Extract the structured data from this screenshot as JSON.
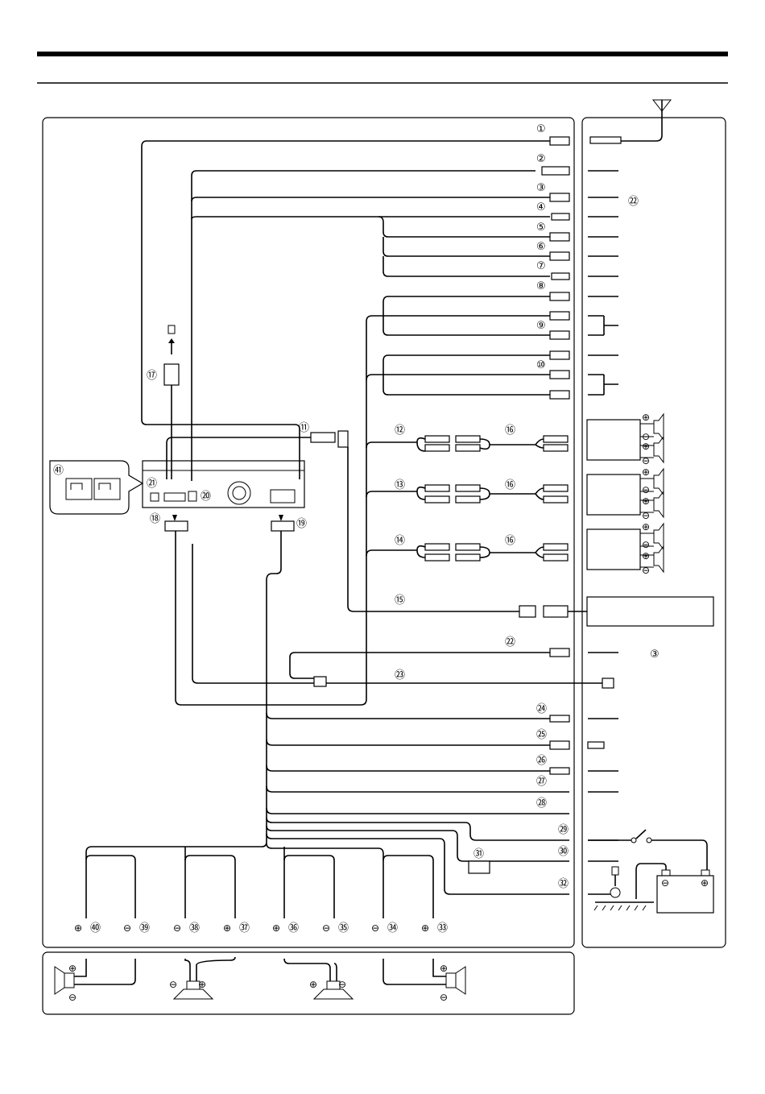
{
  "callouts": {
    "c1": "①",
    "c2": "②",
    "c3": "③",
    "c4": "④",
    "c5": "⑤",
    "c6": "⑥",
    "c7": "⑦",
    "c8": "⑧",
    "c9": "⑨",
    "c10": "⑩",
    "c11": "⑪",
    "c12": "⑫",
    "c13": "⑬",
    "c14": "⑭",
    "c15": "⑮",
    "c16a": "⑯",
    "c16b": "⑯",
    "c16c": "⑯",
    "c17": "⑰",
    "c18": "⑱",
    "c19": "⑲",
    "c20": "⑳",
    "c21": "㉑",
    "c22a": "㉒",
    "c22b": "㉒",
    "c23": "㉓",
    "c24": "㉔",
    "c25": "㉕",
    "c26": "㉖",
    "c27": "㉗",
    "c28": "㉘",
    "c29": "㉙",
    "c30": "㉚",
    "c31": "㉛",
    "c32": "㉜",
    "c33": "㉝",
    "c34": "㉞",
    "c35": "㉟",
    "c36": "㊱",
    "c37": "㊲",
    "c38": "㊳",
    "c39": "㊴",
    "c40": "㊵",
    "c41": "㊶",
    "c3r": "③"
  },
  "symbols": {
    "plus": "⊕",
    "minus": "⊖"
  }
}
